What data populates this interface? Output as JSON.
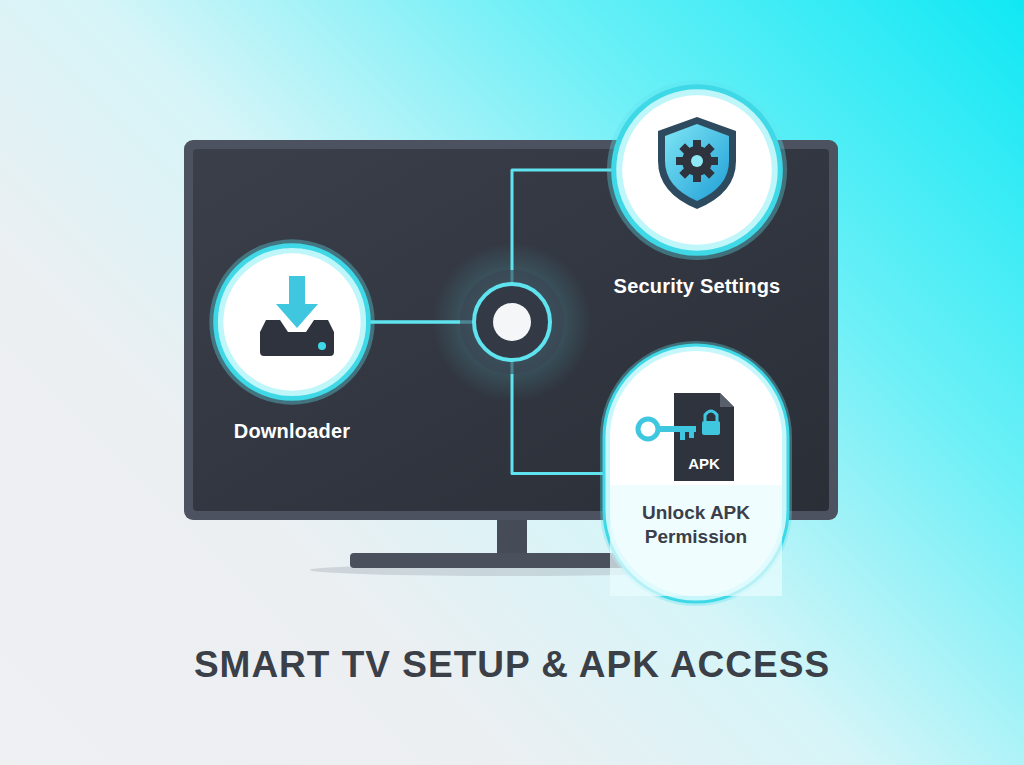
{
  "diagram": {
    "title": "SMART TV SETUP & APK ACCESS",
    "nodes": [
      {
        "text": [
          "Downloader"
        ]
      },
      {
        "text": [
          "Security Settings"
        ]
      },
      {
        "text": [
          "APK",
          "Unlock APK Permission"
        ]
      }
    ],
    "edges": [
      {
        "from": 0,
        "to": 1,
        "arrow": "none"
      },
      {
        "from": 0,
        "to": 2,
        "arrow": "none"
      }
    ]
  }
}
